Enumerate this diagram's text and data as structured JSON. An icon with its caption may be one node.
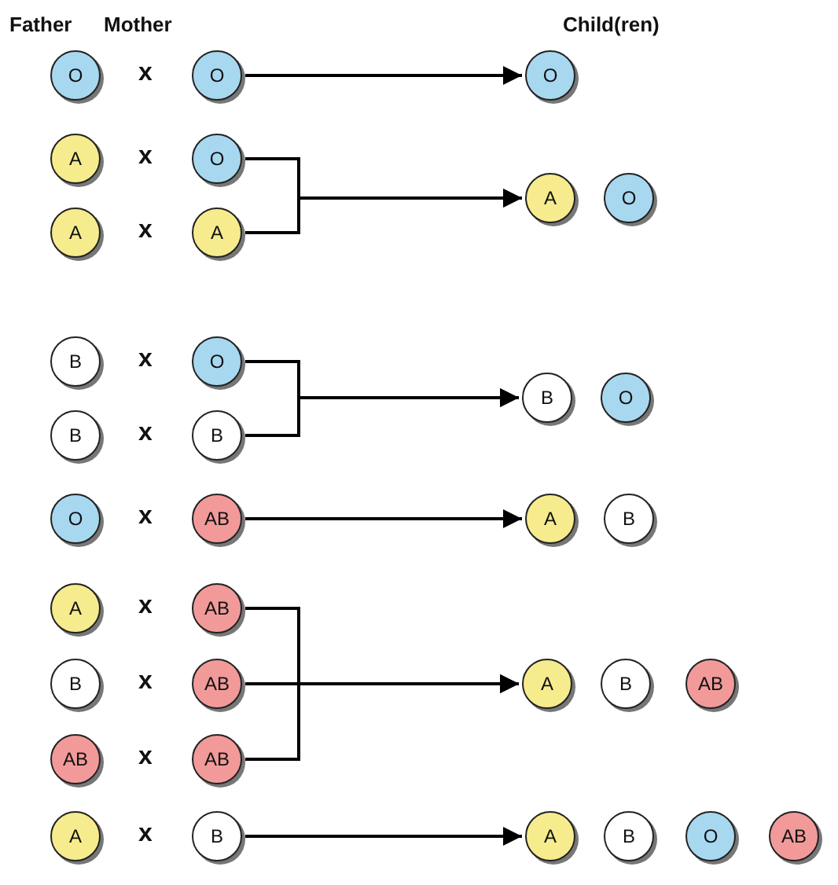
{
  "diagram": {
    "nodes": [
      {
        "text": [
          "O"
        ]
      },
      {
        "text": [
          "O"
        ]
      },
      {
        "text": [
          "O"
        ]
      },
      {
        "text": [
          "A"
        ]
      },
      {
        "text": [
          "O"
        ]
      },
      {
        "text": [
          "A"
        ]
      },
      {
        "text": [
          "O"
        ]
      },
      {
        "text": [
          "A"
        ]
      },
      {
        "text": [
          "A"
        ]
      },
      {
        "text": [
          "B"
        ]
      },
      {
        "text": [
          "O"
        ]
      },
      {
        "text": [
          "B"
        ]
      },
      {
        "text": [
          "O"
        ]
      },
      {
        "text": [
          "B"
        ]
      },
      {
        "text": [
          "B"
        ]
      },
      {
        "text": [
          "O"
        ]
      },
      {
        "text": [
          "AB"
        ]
      },
      {
        "text": [
          "A"
        ]
      },
      {
        "text": [
          "B"
        ]
      },
      {
        "text": [
          "A"
        ]
      },
      {
        "text": [
          "AB"
        ]
      },
      {
        "text": [
          "B"
        ]
      },
      {
        "text": [
          "AB"
        ]
      },
      {
        "text": [
          "A"
        ]
      },
      {
        "text": [
          "B"
        ]
      },
      {
        "text": [
          "AB"
        ]
      },
      {
        "text": [
          "AB"
        ]
      },
      {
        "text": [
          "AB"
        ]
      },
      {
        "text": [
          "A"
        ]
      },
      {
        "text": [
          "B"
        ]
      },
      {
        "text": [
          "A"
        ]
      },
      {
        "text": [
          "B"
        ]
      },
      {
        "text": [
          "O"
        ]
      },
      {
        "text": [
          "AB"
        ]
      }
    ],
    "edges": [
      {
        "from": 1,
        "to": 2,
        "arrow": "to"
      },
      {
        "from": 4,
        "to": 5,
        "arrow": "to"
      },
      {
        "from": 8,
        "to": 5,
        "arrow": "to"
      },
      {
        "from": 10,
        "to": 11,
        "arrow": "to"
      },
      {
        "from": 14,
        "to": 11,
        "arrow": "to"
      },
      {
        "from": 16,
        "to": 17,
        "arrow": "to"
      },
      {
        "from": 20,
        "to": 23,
        "arrow": "to"
      },
      {
        "from": 22,
        "to": 23,
        "arrow": "to"
      },
      {
        "from": 27,
        "to": 23,
        "arrow": "to"
      },
      {
        "from": 29,
        "to": 30,
        "arrow": "to"
      }
    ],
    "labels": [
      "Father",
      "Mother",
      "Child(ren)",
      "x",
      "x",
      "x",
      "x",
      "x",
      "x",
      "x",
      "x",
      "x",
      "x"
    ]
  }
}
